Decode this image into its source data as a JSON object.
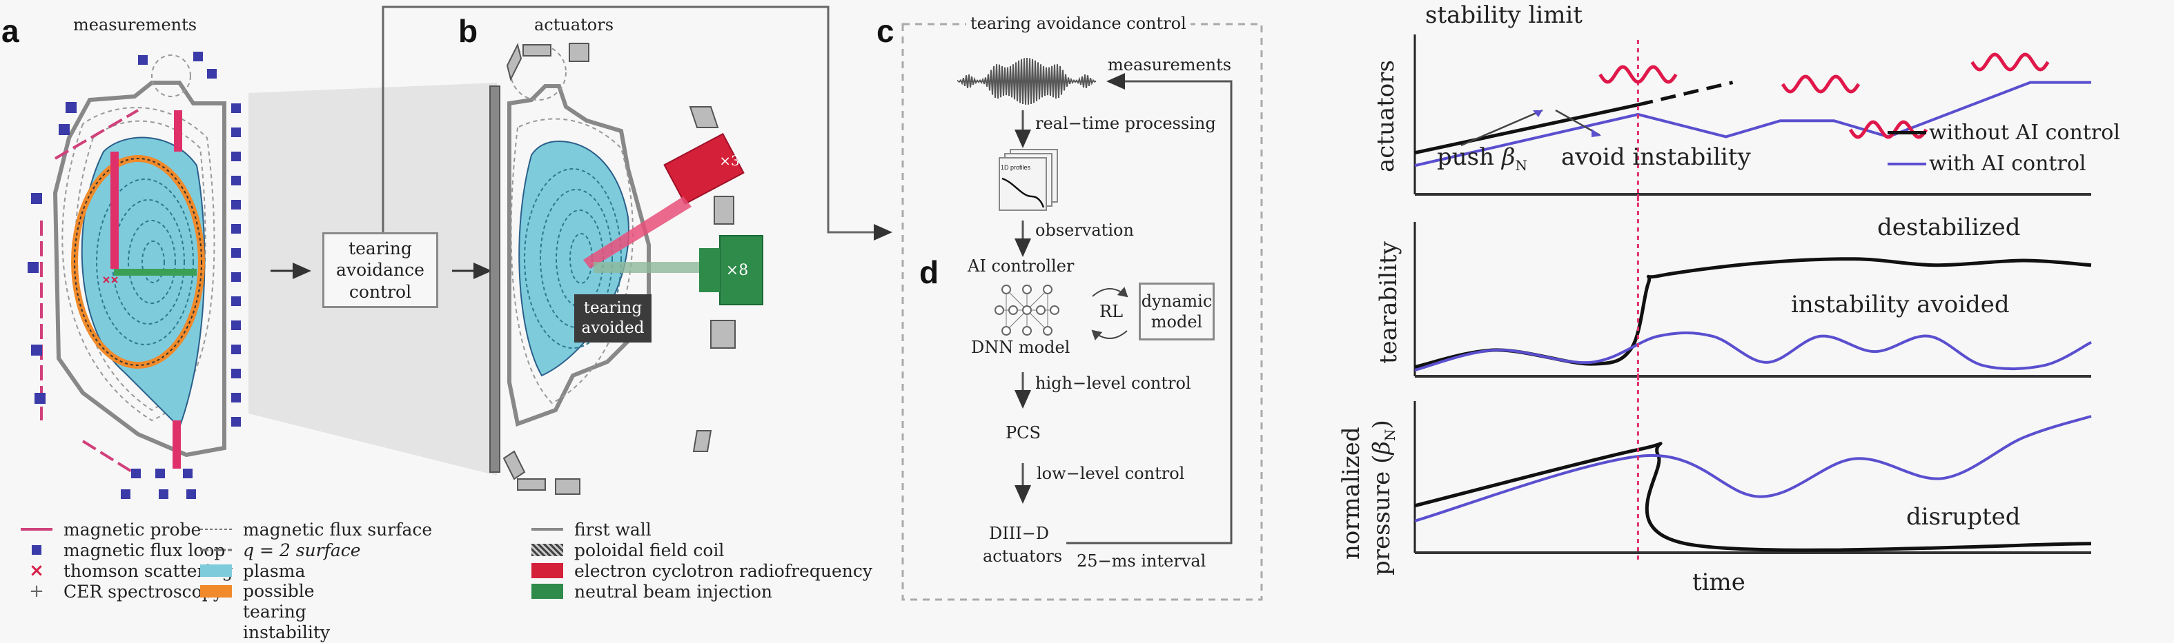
{
  "panels": {
    "a": {
      "letter": "a",
      "title": "measurements"
    },
    "b": {
      "letter": "b",
      "title": "actuators",
      "ecrf_count": "×3",
      "nbi_count": "×8",
      "tearing_avoided": [
        "tearing",
        "avoided"
      ]
    },
    "c": {
      "letter": "c",
      "title": "tearing avoidance control"
    },
    "d": {
      "letter": "d"
    }
  },
  "middle_box": {
    "lines": [
      "tearing",
      "avoidance",
      "control"
    ]
  },
  "flow": {
    "measurements": "measurements",
    "realtime": "real−time processing",
    "profiles_label": "1D profiles",
    "observation": "observation",
    "ai_controller": "AI controller",
    "dnn_model": "DNN model",
    "rl": "RL",
    "dynamic_model": [
      "dynamic",
      "model"
    ],
    "high_level": "high−level control",
    "pcs": "PCS",
    "low_level": "low−level control",
    "diiid": "DIII−D",
    "actuators": "actuators",
    "interval": "25−ms interval"
  },
  "legend": {
    "col1": [
      {
        "icon": "magnetic-probe-icon",
        "label": "magnetic probe",
        "color": "#e0306a"
      },
      {
        "icon": "magnetic-flux-loop-icon",
        "label": "magnetic flux loop",
        "color": "#3a3aa8"
      },
      {
        "icon": "thomson-scattering-icon",
        "label": "thomson scattering",
        "color": "#d8204a"
      },
      {
        "icon": "cer-spectroscopy-icon",
        "label": "CER spectroscopy",
        "color": "#666666"
      }
    ],
    "col2": [
      {
        "icon": "magnetic-flux-surface-icon",
        "label": "magnetic flux surface",
        "color": "#777777"
      },
      {
        "icon": "q2-surface-icon",
        "label": "q = 2 surface",
        "color": "#777777"
      },
      {
        "icon": "plasma-icon",
        "label": "plasma",
        "color": "#7ecbdc"
      },
      {
        "icon": "tearing-instability-icon",
        "label": "possible tearing instability",
        "color": "#f08a2a"
      }
    ],
    "col3": [
      {
        "icon": "first-wall-icon",
        "label": "first wall",
        "color": "#888888"
      },
      {
        "icon": "poloidal-field-coil-icon",
        "label": "poloidal field coil",
        "color": "#555555"
      },
      {
        "icon": "ecrf-icon",
        "label": "electron cyclotron radiofrequency",
        "color": "#d42038"
      },
      {
        "icon": "nbi-icon",
        "label": "neutral beam injection",
        "color": "#2e8b4a"
      }
    ]
  },
  "chart_data": [
    {
      "type": "line",
      "title": "stability limit",
      "ylabel": "actuators",
      "xlabel": "",
      "x_range": [
        0,
        10
      ],
      "y_range": [
        0,
        10
      ],
      "event_x": 3.3,
      "annotations": [
        "stability limit",
        "push βN",
        "avoid instability"
      ],
      "legend": {
        "placement": "right",
        "entries": [
          "without AI control",
          "with AI control"
        ]
      },
      "series": [
        {
          "name": "without AI control",
          "color": "#111111",
          "x": [
            0,
            3.3
          ],
          "y": [
            2.6,
            5.6
          ],
          "extrapolated_dashed": {
            "x": [
              3.3,
              4.7
            ],
            "y": [
              5.6,
              7.0
            ]
          }
        },
        {
          "name": "with AI control",
          "color": "#5a4fcf",
          "x": [
            0,
            3.3,
            4.6,
            5.4,
            6.2,
            7.0,
            9.1,
            10
          ],
          "y": [
            1.8,
            5.0,
            3.6,
            4.6,
            4.6,
            3.6,
            7.0,
            7.0
          ]
        }
      ],
      "instability_markers_x": [
        3.3,
        6.0,
        7.0,
        8.8
      ]
    },
    {
      "type": "line",
      "ylabel": "tearability",
      "xlabel": "",
      "x_range": [
        0,
        10
      ],
      "y_range": [
        0,
        10
      ],
      "event_x": 3.3,
      "annotations": [
        "destabilized",
        "instability avoided"
      ],
      "series": [
        {
          "name": "without AI control",
          "color": "#111111",
          "x": [
            0,
            1.2,
            2.6,
            3.2,
            3.45,
            3.6,
            5.0,
            6.5,
            7.7,
            9.0,
            10
          ],
          "y": [
            0.6,
            1.7,
            0.8,
            1.8,
            6.0,
            6.5,
            7.3,
            7.6,
            7.2,
            7.5,
            7.2
          ]
        },
        {
          "name": "with AI control",
          "color": "#5a4fcf",
          "x": [
            0,
            1.2,
            2.6,
            3.6,
            4.4,
            5.2,
            6.0,
            6.8,
            7.6,
            8.4,
            9.3,
            10
          ],
          "y": [
            0.4,
            1.7,
            0.9,
            2.6,
            2.6,
            0.9,
            2.6,
            1.6,
            2.6,
            0.7,
            0.7,
            2.2
          ]
        }
      ]
    },
    {
      "type": "line",
      "ylabel": "normalized pressure (βN)",
      "xlabel": "time",
      "x_range": [
        0,
        10
      ],
      "y_range": [
        0,
        10
      ],
      "event_x": 3.3,
      "annotations": [
        "disrupted"
      ],
      "series": [
        {
          "name": "without AI control",
          "color": "#111111",
          "x": [
            0,
            3.3,
            3.6,
            4.0,
            10
          ],
          "y": [
            3.1,
            6.8,
            6.4,
            0.6,
            0.6
          ]
        },
        {
          "name": "with AI control",
          "color": "#5a4fcf",
          "x": [
            0,
            3.4,
            5.1,
            6.5,
            7.8,
            9.0,
            10
          ],
          "y": [
            2.1,
            6.4,
            3.7,
            6.2,
            4.9,
            7.6,
            9.0
          ]
        }
      ]
    }
  ],
  "colors": {
    "ai": "#5a4fcf",
    "no_ai": "#111111",
    "event": "#e0306a",
    "plasma": "#7ecbdc",
    "tearing": "#f08a2a",
    "ecrf": "#d42038",
    "nbi": "#2e8b4a"
  }
}
